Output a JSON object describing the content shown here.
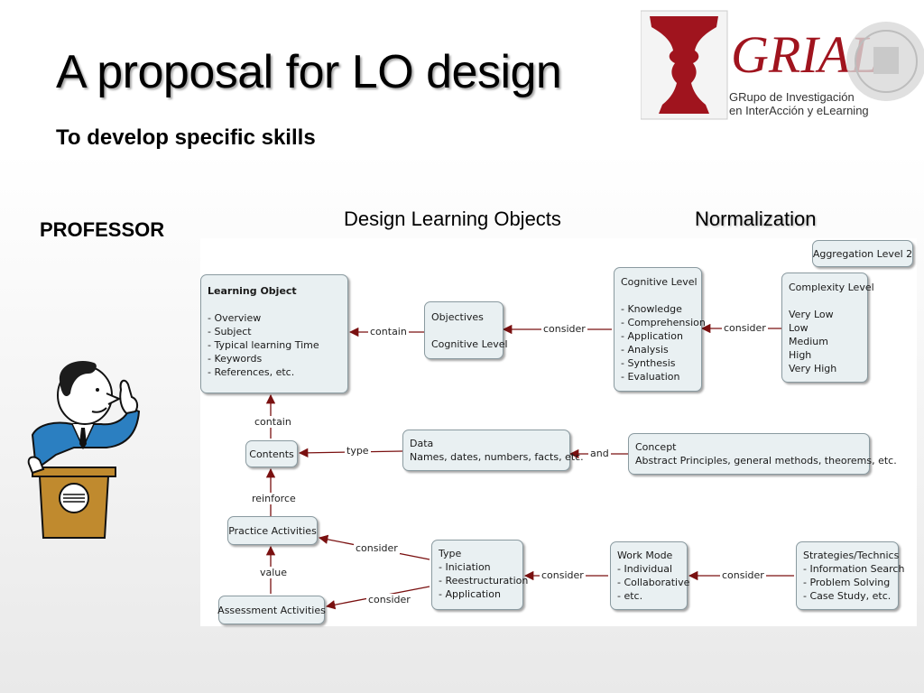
{
  "slide": {
    "title": "A proposal for LO design",
    "subtitle": "To develop specific skills",
    "professor_label": "PROFESSOR",
    "col_design": "Design Learning Objects",
    "col_normalization": "Normalization"
  },
  "logo": {
    "wordmark": "GRIAL",
    "line1": "GRupo de Investigación",
    "line2": "en InterAcción y eLearning",
    "color": "#a0141e"
  },
  "diagram": {
    "colors": {
      "node_bg": "#e9f0f2",
      "arrow": "#7a1010"
    },
    "nodes": {
      "learning_object": {
        "heading": "Learning Object",
        "items": [
          "- Overview",
          "- Subject",
          "- Typical learning Time",
          "- Keywords",
          "- References, etc."
        ]
      },
      "objectives": {
        "lines": [
          "Objectives",
          "Cognitive Level"
        ]
      },
      "cognitive_level": {
        "heading": "Cognitive Level",
        "items": [
          "- Knowledge",
          "- Comprehension",
          "- Application",
          "- Analysis",
          "- Synthesis",
          "- Evaluation"
        ]
      },
      "complexity_level": {
        "heading": "Complexity Level",
        "items": [
          "Very Low",
          "Low",
          "Medium",
          "High",
          "Very High"
        ]
      },
      "aggregation_level": {
        "label": "Aggregation Level  2"
      },
      "contents": {
        "label": "Contents"
      },
      "data": {
        "lines": [
          "Data",
          "Names, dates, numbers, facts, etc."
        ]
      },
      "concept": {
        "lines": [
          "Concept",
          "Abstract Principles, general methods, theorems, etc."
        ]
      },
      "practice_activities": {
        "label": "Practice Activities"
      },
      "assessment_activities": {
        "label": "Assessment Activities"
      },
      "type": {
        "lines": [
          "Type",
          "- Iniciation",
          "- Reestructuration",
          "- Application"
        ]
      },
      "work_mode": {
        "lines": [
          "Work Mode",
          "- Individual",
          "- Collaborative",
          "- etc."
        ]
      },
      "strategies": {
        "lines": [
          "Strategies/Technics",
          "- Information Search",
          "- Problem Solving",
          "- Case Study, etc."
        ]
      }
    },
    "links": {
      "contain_h": "contain",
      "consider_1": "consider",
      "consider_2": "consider",
      "contain_v": "contain",
      "type": "type",
      "and": "and",
      "reinforce": "reinforce",
      "value": "value",
      "consider_practice": "consider",
      "consider_assessment": "consider",
      "consider_type": "consider",
      "consider_workmode": "consider"
    }
  }
}
